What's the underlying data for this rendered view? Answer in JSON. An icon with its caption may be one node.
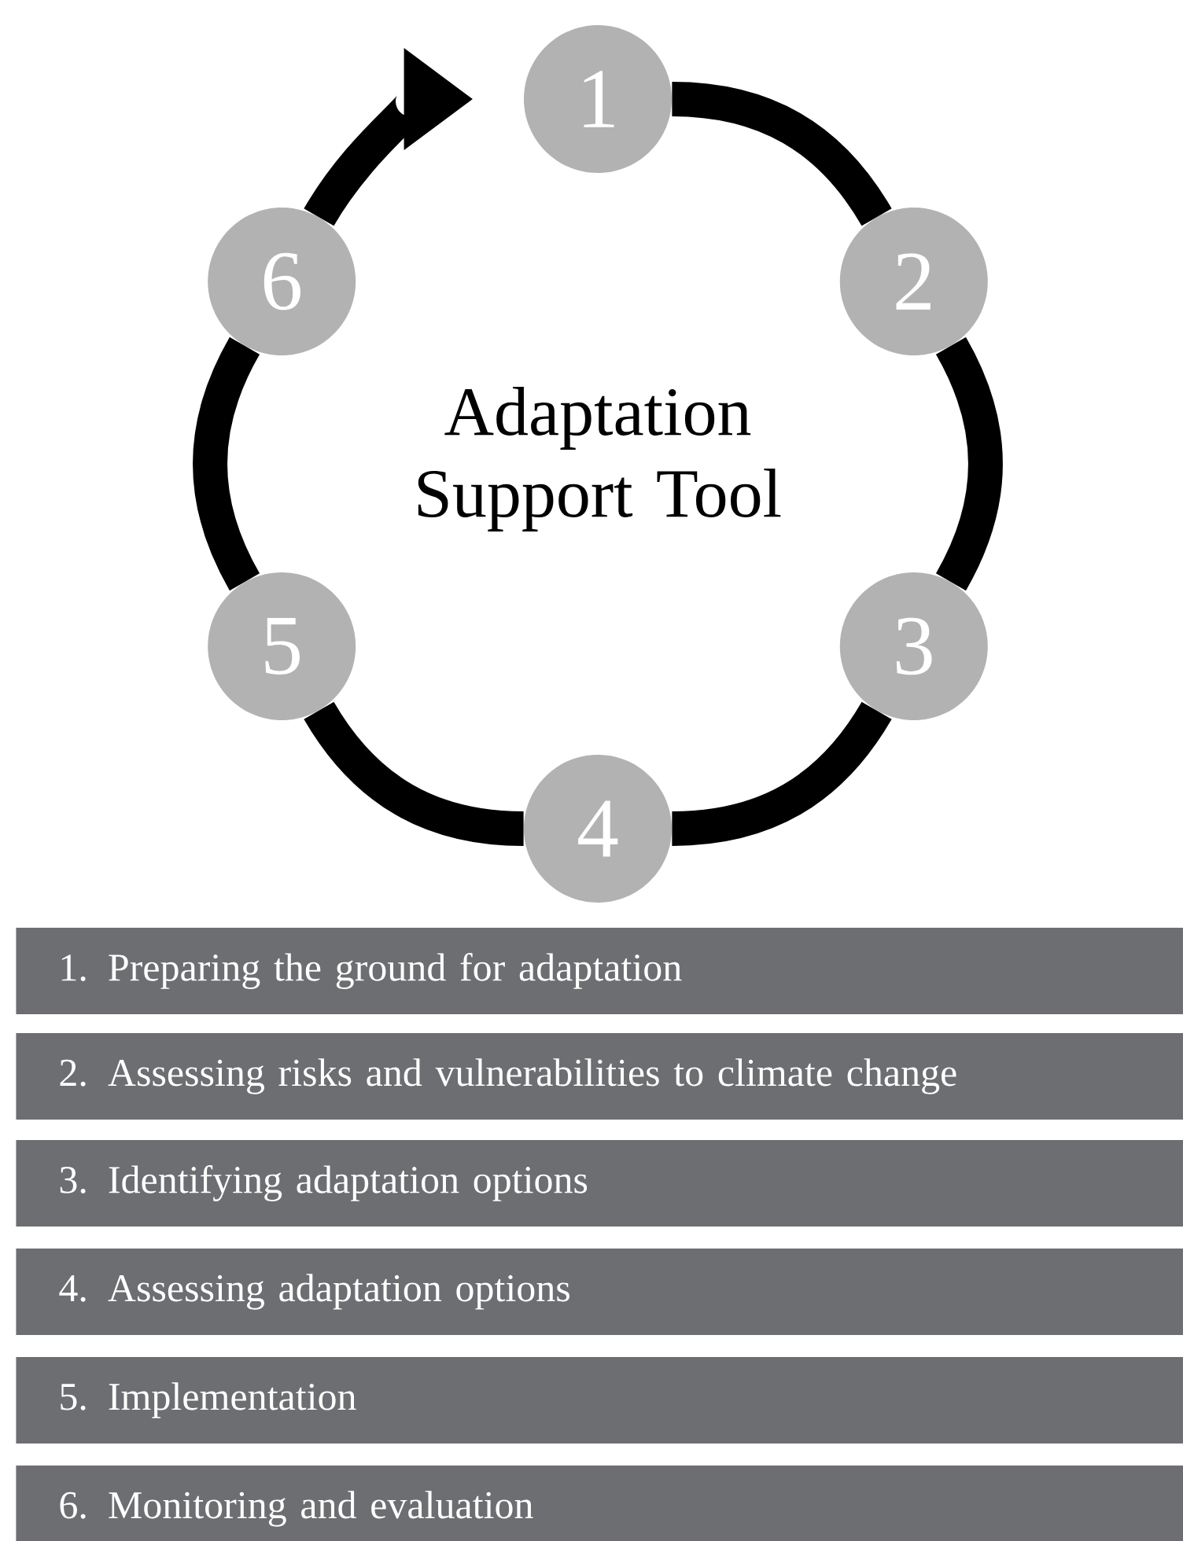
{
  "diagram": {
    "nodes": [
      {
        "text": [
          "1"
        ]
      },
      {
        "text": [
          "2"
        ]
      },
      {
        "text": [
          "3"
        ]
      },
      {
        "text": [
          "4"
        ]
      },
      {
        "text": [
          "5"
        ]
      },
      {
        "text": [
          "6"
        ]
      },
      {
        "text": [
          "1. Preparing the ground for adaptation"
        ]
      },
      {
        "text": [
          "2. Assessing risks and vulnerabilities to climate change"
        ]
      },
      {
        "text": [
          "3. Identifying adaptation options"
        ]
      },
      {
        "text": [
          "4. Assessing adaptation options"
        ]
      },
      {
        "text": [
          "5. Implementation"
        ]
      },
      {
        "text": [
          "6. Monitoring and evaluation"
        ]
      }
    ],
    "edges": [
      {
        "from": 0,
        "to": 1,
        "arrow": "none"
      },
      {
        "from": 1,
        "to": 2,
        "arrow": "none"
      },
      {
        "from": 2,
        "to": 3,
        "arrow": "none"
      },
      {
        "from": 3,
        "to": 4,
        "arrow": "none"
      },
      {
        "from": 4,
        "to": 5,
        "arrow": "none"
      },
      {
        "from": 5,
        "to": 0,
        "arrow": "to"
      }
    ],
    "labels": [
      "Adaptation Support Tool"
    ]
  }
}
